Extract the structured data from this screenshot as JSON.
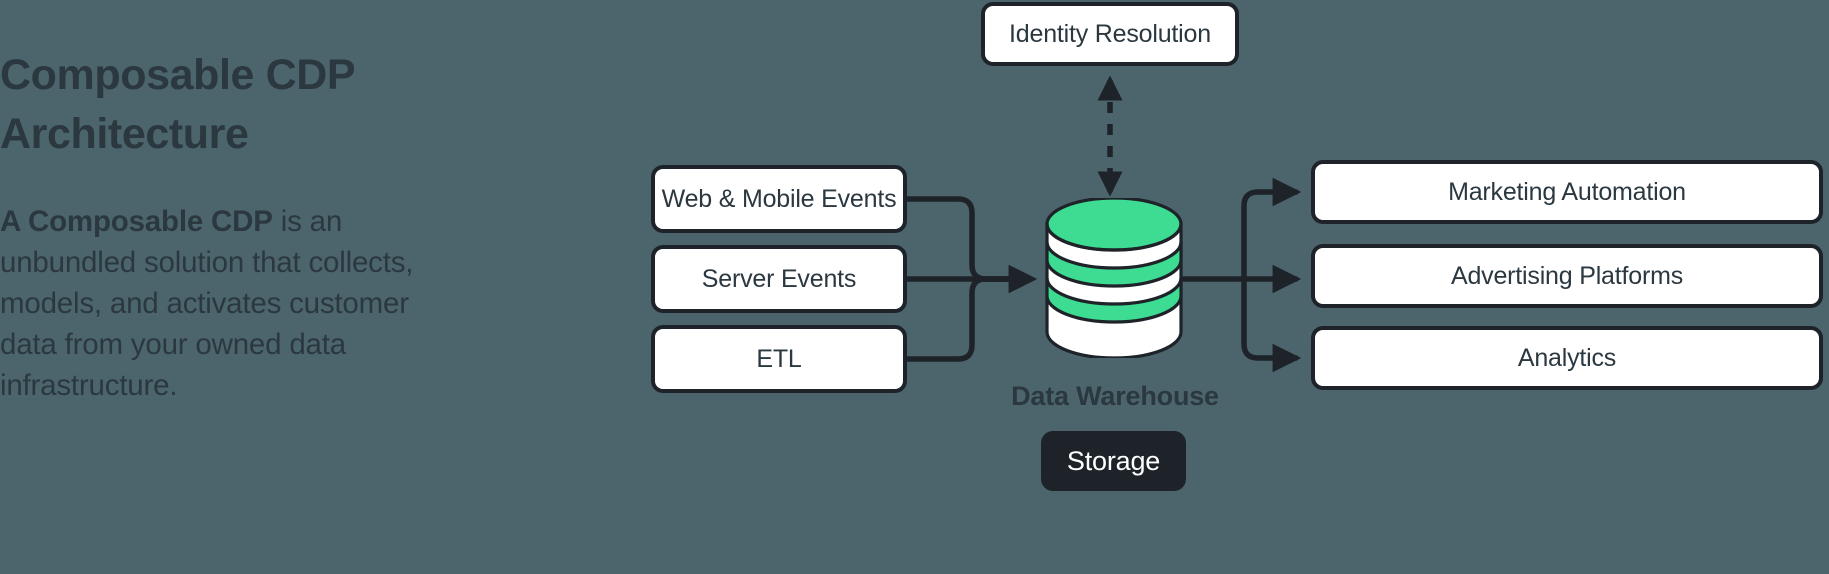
{
  "theme": {
    "background": "#4c656c",
    "ink": "#2b3840",
    "stroke": "#1d2328",
    "node_fill": "#ffffff",
    "accent_green": "#3ddc92",
    "badge_fill": "#1d2328",
    "badge_text": "#ffffff"
  },
  "left": {
    "title": "Composable CDP\nArchitecture",
    "description_strong": "A Composable CDP",
    "description_rest": " is an unbundled solution that collects, models, and activates customer data from your owned data infrastructure."
  },
  "diagram": {
    "inputs": [
      {
        "label": "Web & Mobile Events"
      },
      {
        "label": "Server Events"
      },
      {
        "label": "ETL"
      }
    ],
    "center": {
      "icon": "database-cylinder-icon",
      "label": "Data Warehouse",
      "badge": "Storage"
    },
    "top": {
      "label": "Identity Resolution",
      "connector": "dashed-bidirectional-arrow"
    },
    "outputs": [
      {
        "label": "Marketing Automation"
      },
      {
        "label": "Advertising Platforms"
      },
      {
        "label": "Analytics"
      }
    ]
  }
}
